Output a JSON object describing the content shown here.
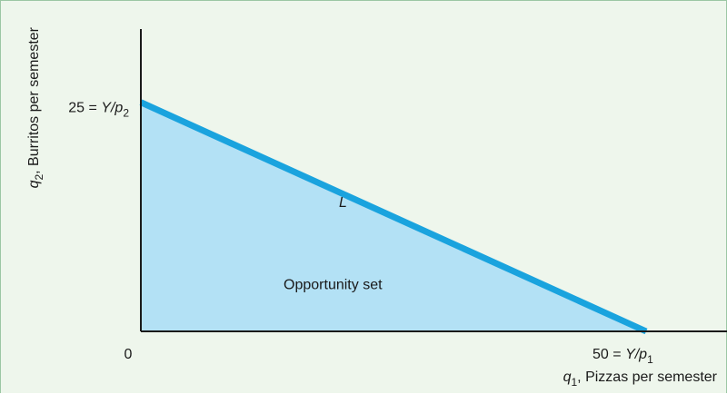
{
  "chart_data": {
    "type": "area",
    "title": "",
    "x_axis": {
      "label_var": "q",
      "label_sub": "1",
      "label_text": ", Pizzas per semester",
      "range": [
        0,
        58
      ]
    },
    "y_axis": {
      "label_var": "q",
      "label_sub": "2",
      "label_text": ", Burritos per semester",
      "range": [
        0,
        33
      ]
    },
    "origin_label": "0",
    "x_intercept": {
      "value": 50,
      "label_prefix": "50 = ",
      "label_expr": "Y/p",
      "label_sub": "1"
    },
    "y_intercept": {
      "value": 25,
      "label_prefix": "25 = ",
      "label_expr": "Y/p",
      "label_sub": "2"
    },
    "line": {
      "name": "L",
      "points": [
        [
          0,
          25
        ],
        [
          50,
          0
        ]
      ],
      "color": "#1aa3de"
    },
    "region": {
      "label": "Opportunity set",
      "label_point": [
        19,
        4.6
      ],
      "color": "#b3e1f5"
    },
    "line_label_point": [
      20,
      13.6
    ],
    "background_color": "#eef6ec",
    "axis_color": "#1a1a1a"
  }
}
